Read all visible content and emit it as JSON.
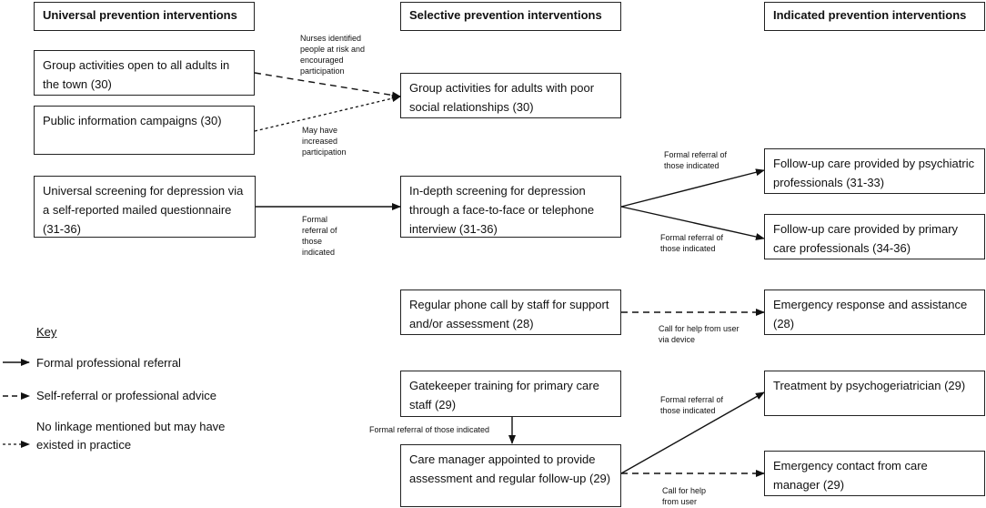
{
  "headers": {
    "universal": "Universal prevention interventions",
    "selective": "Selective prevention interventions",
    "indicated": "Indicated prevention interventions"
  },
  "boxes": {
    "group_all": "Group activities open to all adults in the town (30)",
    "public_info": "Public information campaigns (30)",
    "universal_screening": "Universal screening for depression via a self-reported mailed questionnaire (31-36)",
    "group_poor": "Group activities for adults with poor social relationships (30)",
    "indepth_screening": "In-depth screening for depression through a face-to-face or telephone interview (31-36)",
    "phone_call": "Regular phone call by staff for support and/or assessment (28)",
    "gatekeeper": "Gatekeeper training for primary care staff (29)",
    "care_manager": "Care manager appointed to provide assessment and regular follow-up (29)",
    "followup_psych": "Follow-up care provided by psychiatric professionals (31-33)",
    "followup_primary": "Follow-up care provided by primary care professionals (34-36)",
    "emergency_response": "Emergency response and assistance (28)",
    "psychogeriatrician": "Treatment by psychogeriatrician (29)",
    "emergency_contact": "Emergency contact from care manager (29)"
  },
  "labels": {
    "nurses": "Nurses identified people at risk and encouraged participation",
    "may_have": "May have increased participation",
    "formal_screen": "Formal referral of those indicated",
    "formal_psych": "Formal referral of those indicated",
    "formal_primary": "Formal referral of those indicated",
    "call_device": "Call for help from user via device",
    "formal_gatekeeper": "Formal referral of those indicated",
    "formal_psychogeri": "Formal referral of those indicated",
    "call_user": "Call for help from user"
  },
  "key": {
    "title": "Key",
    "formal": "Formal professional referral",
    "self": "Self-referral or professional advice",
    "none": "No linkage mentioned but may have existed in practice"
  }
}
